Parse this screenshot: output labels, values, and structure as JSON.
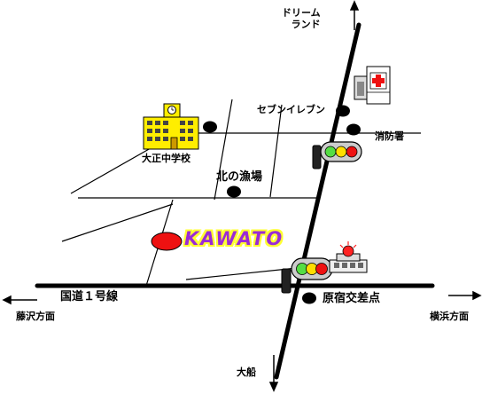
{
  "labels": {
    "dreamland_line1": "ドリーム",
    "dreamland_line2": "ランド",
    "seven_eleven": "セブンイレブン",
    "fire_station": "消防署",
    "school": "大正中学校",
    "fish_market": "北の漁場",
    "store": "KAWATO",
    "route1": "国道１号線",
    "harajuku": "原宿交差点",
    "fujisawa": "藤沢方面",
    "yokohama": "横浜方面",
    "ofuna": "大船"
  },
  "colors": {
    "store_marker": "#ee1111",
    "store_text": "#9a2bd6",
    "store_outline": "#ffff33",
    "school": "#ffee00",
    "siren": "#ff2222"
  },
  "icons": [
    "building-icon",
    "hospital-icon",
    "traffic-light-icon",
    "police-box-icon",
    "arrow-icon"
  ]
}
